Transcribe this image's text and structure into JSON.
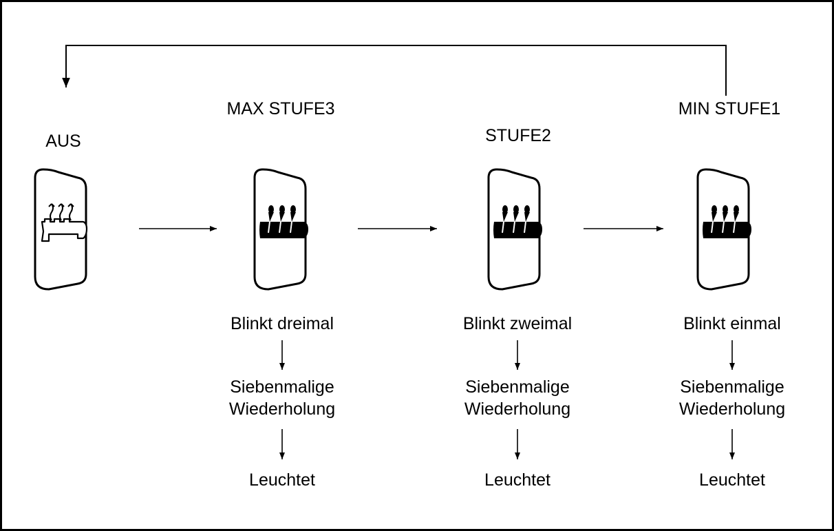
{
  "diagram": {
    "states": [
      {
        "title": "AUS",
        "icon": "seat-heater-off-icon",
        "lit": false
      },
      {
        "title": "MAX STUFE3",
        "icon": "seat-heater-on-icon",
        "lit": true,
        "steps": [
          "Blinkt dreimal",
          "Siebenmalige\nWiederholung",
          "Leuchtet"
        ]
      },
      {
        "title": "STUFE2",
        "icon": "seat-heater-on-icon",
        "lit": true,
        "steps": [
          "Blinkt zweimal",
          "Siebenmalige\nWiederholung",
          "Leuchtet"
        ]
      },
      {
        "title": "MIN STUFE1",
        "icon": "seat-heater-on-icon",
        "lit": true,
        "steps": [
          "Blinkt einmal",
          "Siebenmalige\nWiederholung",
          "Leuchtet"
        ]
      }
    ],
    "colors": {
      "line": "#000000",
      "background": "#ffffff"
    }
  }
}
